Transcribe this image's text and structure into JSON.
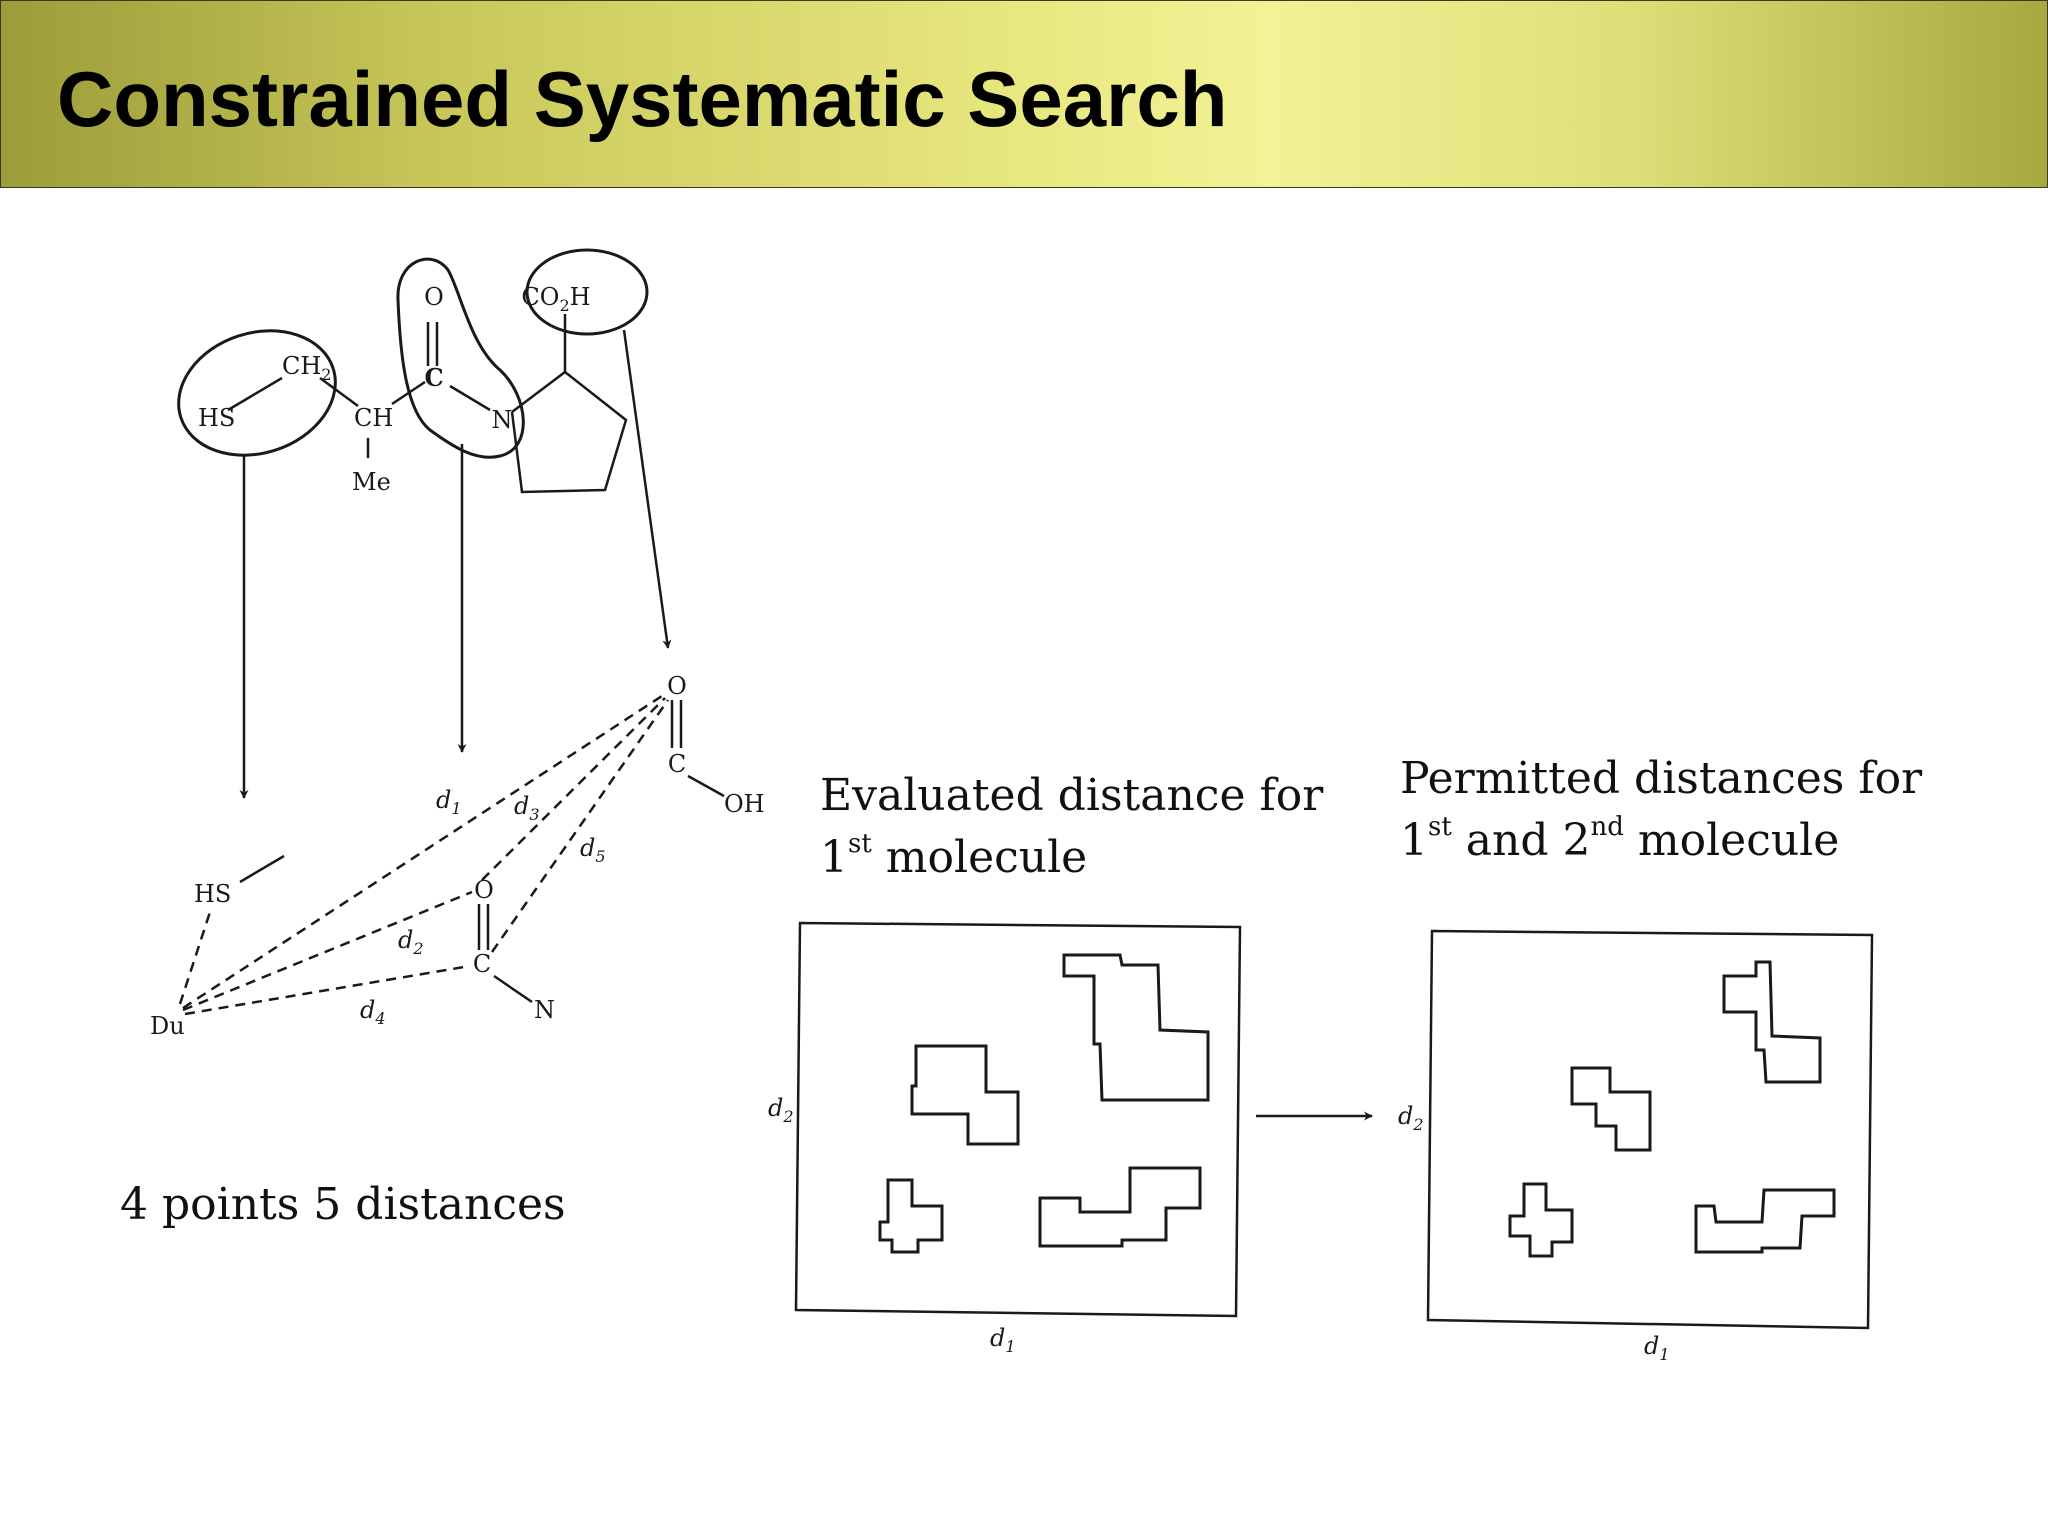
{
  "slide": {
    "title": "Constrained Systematic Search"
  },
  "molecule": {
    "atoms": {
      "o_top": "O",
      "co2h": "CO",
      "co2h_sub": "2",
      "co2h_h": "H",
      "ch2": "CH",
      "ch2_sub": "2",
      "hs": "HS",
      "ch": "CH",
      "c": "C",
      "n": "N",
      "me": "Me"
    }
  },
  "pharmacophore": {
    "atoms": {
      "o_acid": "O",
      "c_acid": "C",
      "oh": "OH",
      "hs": "HS",
      "o_amide": "O",
      "c_amide": "C",
      "n": "N",
      "du": "Du"
    },
    "distances": {
      "d1": "d",
      "d1_sub": "1",
      "d2": "d",
      "d2_sub": "2",
      "d3": "d",
      "d3_sub": "3",
      "d4": "d",
      "d4_sub": "4",
      "d5": "d",
      "d5_sub": "5"
    }
  },
  "captions": {
    "summary": "4 points 5 distances",
    "evaluated_line1": "Evaluated distance for",
    "evaluated_line2_num": "1",
    "evaluated_line2_sup": "st",
    "evaluated_line2_rest": " molecule",
    "permitted_line1": "Permitted distances for",
    "permitted_line2_num1": "1",
    "permitted_line2_sup1": "st",
    "permitted_line2_mid": " and 2",
    "permitted_line2_sup2": "nd",
    "permitted_line2_rest": " molecule"
  },
  "plots": {
    "left": {
      "xlabel": "d",
      "xlabel_sub": "1",
      "ylabel": "d",
      "ylabel_sub": "2"
    },
    "right": {
      "xlabel": "d",
      "xlabel_sub": "1",
      "ylabel": "d",
      "ylabel_sub": "2"
    }
  }
}
